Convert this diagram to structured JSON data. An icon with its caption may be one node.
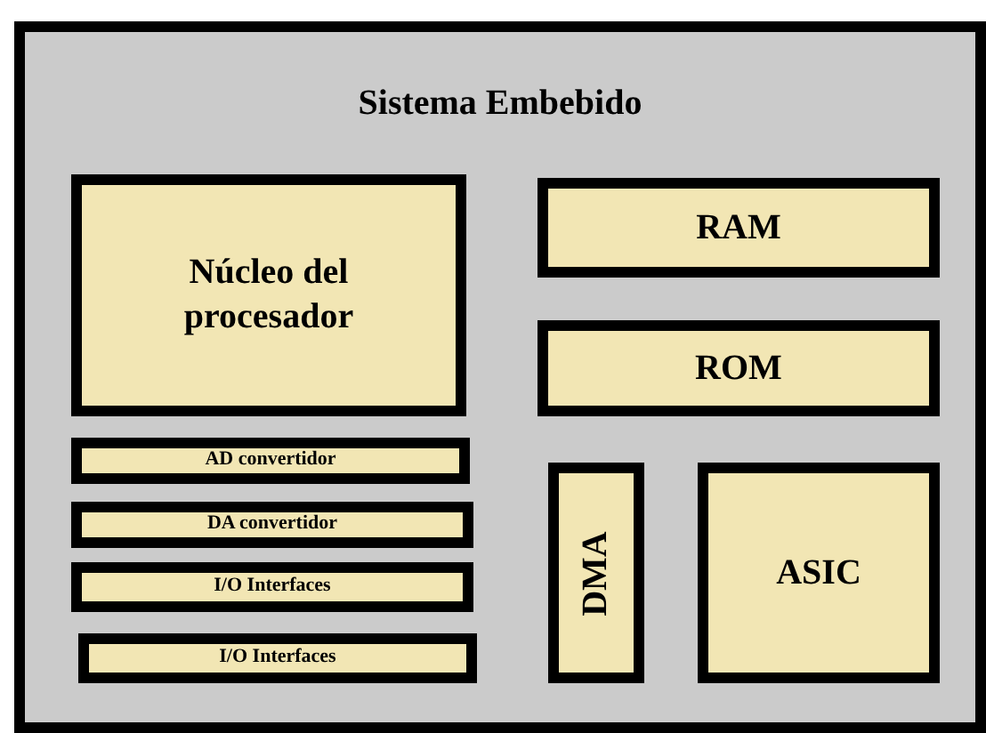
{
  "diagram": {
    "nodes": [
      {
        "text": [
          "Sistema Embebido"
        ]
      },
      {
        "text": [
          "Núcleo del procesador"
        ],
        "in": 0
      },
      {
        "text": [
          "RAM"
        ],
        "in": 0
      },
      {
        "text": [
          "ROM"
        ],
        "in": 0
      },
      {
        "text": [
          "AD convertidor"
        ],
        "in": 0
      },
      {
        "text": [
          "DA convertidor"
        ],
        "in": 0
      },
      {
        "text": [
          "I/O Interfaces"
        ],
        "in": 0
      },
      {
        "text": [
          "DMA"
        ],
        "in": 0
      },
      {
        "text": [
          "ASIC"
        ],
        "in": 0
      },
      {
        "text": [
          "I/O Interfaces"
        ],
        "in": 0
      }
    ]
  }
}
